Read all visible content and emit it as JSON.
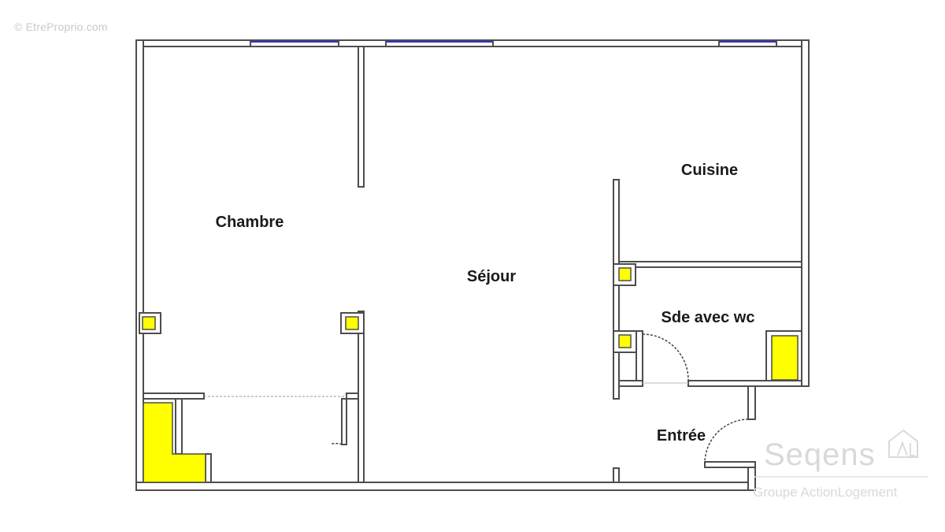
{
  "watermark": "© EtreProprio.com",
  "rooms": {
    "chambre": "Chambre",
    "sejour": "Séjour",
    "cuisine": "Cuisine",
    "sde": "Sde avec wc",
    "entree": "Entrée"
  },
  "logo": {
    "name": "Seqens",
    "tagline": "Groupe ActionLogement"
  },
  "colors": {
    "wall_fill": "#ffffff",
    "wall_stroke": "#4d4d4d",
    "duct": "#ffff00",
    "window": "#3030d0",
    "logo": "#d9d9d9"
  }
}
